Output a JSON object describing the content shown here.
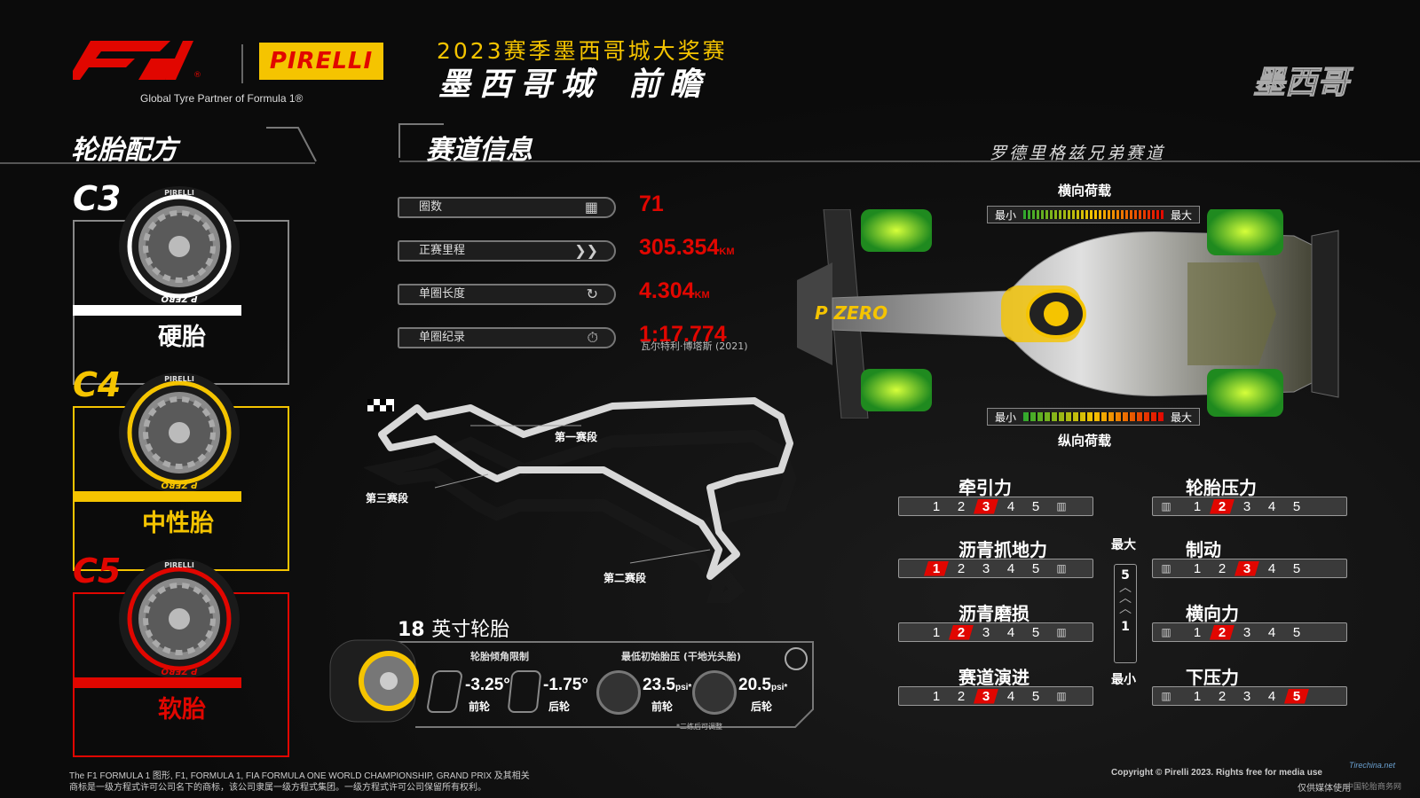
{
  "header": {
    "f1_reg": "®",
    "pirelli_logo": "PIRELLI",
    "partner": "Global Tyre Partner of Formula 1®",
    "season": "2023赛季墨西哥城大奖赛",
    "title_main": "墨西哥城",
    "title_accent": "前瞻",
    "country": "墨西哥"
  },
  "tyres": {
    "heading": "轮胎配方",
    "items": [
      {
        "code": "C3",
        "name": "硬胎",
        "color": "#ffffff"
      },
      {
        "code": "C4",
        "name": "中性胎",
        "color": "#f5c400"
      },
      {
        "code": "C5",
        "name": "软胎",
        "color": "#e10600"
      }
    ],
    "sidewall_text": "P ZERO",
    "brand": "PIRELLI"
  },
  "track": {
    "heading": "赛道信息",
    "circuit": "罗德里格兹兄弟赛道",
    "stats": [
      {
        "label": "圈数",
        "value": "71",
        "unit": ""
      },
      {
        "label": "正赛里程",
        "value": "305.354",
        "unit": "KM"
      },
      {
        "label": "单圈长度",
        "value": "4.304",
        "unit": "KM"
      },
      {
        "label": "单圈纪录",
        "value": "1:17.774",
        "unit": ""
      }
    ],
    "record_holder": "瓦尔特利·博塔斯 (2021)",
    "sectors": {
      "s1": "第一赛段",
      "s2": "第二赛段",
      "s3": "第三赛段"
    }
  },
  "car": {
    "lateral_load": "横向荷载",
    "longitudinal_load": "纵向荷载",
    "min": "最小",
    "max": "最大",
    "car_text": "P ZERO"
  },
  "ratings": {
    "scale_max": "最大",
    "scale_min": "最小",
    "scale_top": "5",
    "scale_bottom": "1",
    "numbers": [
      "1",
      "2",
      "3",
      "4",
      "5"
    ],
    "left": [
      {
        "title": "牵引力",
        "value": 3
      },
      {
        "title": "沥青抓地力",
        "value": 1
      },
      {
        "title": "沥青磨损",
        "value": 2
      },
      {
        "title": "赛道演进",
        "value": 3
      }
    ],
    "right": [
      {
        "title": "轮胎压力",
        "value": 2
      },
      {
        "title": "制动",
        "value": 3
      },
      {
        "title": "横向力",
        "value": 2
      },
      {
        "title": "下压力",
        "value": 5
      }
    ]
  },
  "specs": {
    "heading_num": "18",
    "heading_text": "英寸轮胎",
    "camber_title": "轮胎倾角限制",
    "pressure_title": "最低初始胎压 (干地光头胎)",
    "front_camber": "-3.25°",
    "rear_camber": "-1.75°",
    "front_pressure": "23.5",
    "rear_pressure": "20.5",
    "psi": "psi*",
    "front": "前轮",
    "rear": "后轮",
    "note": "*二练后可调整"
  },
  "footer": {
    "legal_1": "The F1 FORMULA 1 图形, F1, FORMULA 1, FIA FORMULA ONE WORLD CHAMPIONSHIP, GRAND PRIX 及其相关",
    "legal_2": "商标是一级方程式许可公司名下的商标，该公司隶属一级方程式集团。一级方程式许可公司保留所有权利。",
    "copyright": "Copyright © Pirelli 2023. Rights free for media use",
    "media_only": "仅供媒体使用",
    "watermark_site": "Tirechina.net",
    "watermark_cn": "中国轮胎商务网"
  },
  "colors": {
    "red": "#e10600",
    "yellow": "#f5c400",
    "green": "#39d62c"
  }
}
